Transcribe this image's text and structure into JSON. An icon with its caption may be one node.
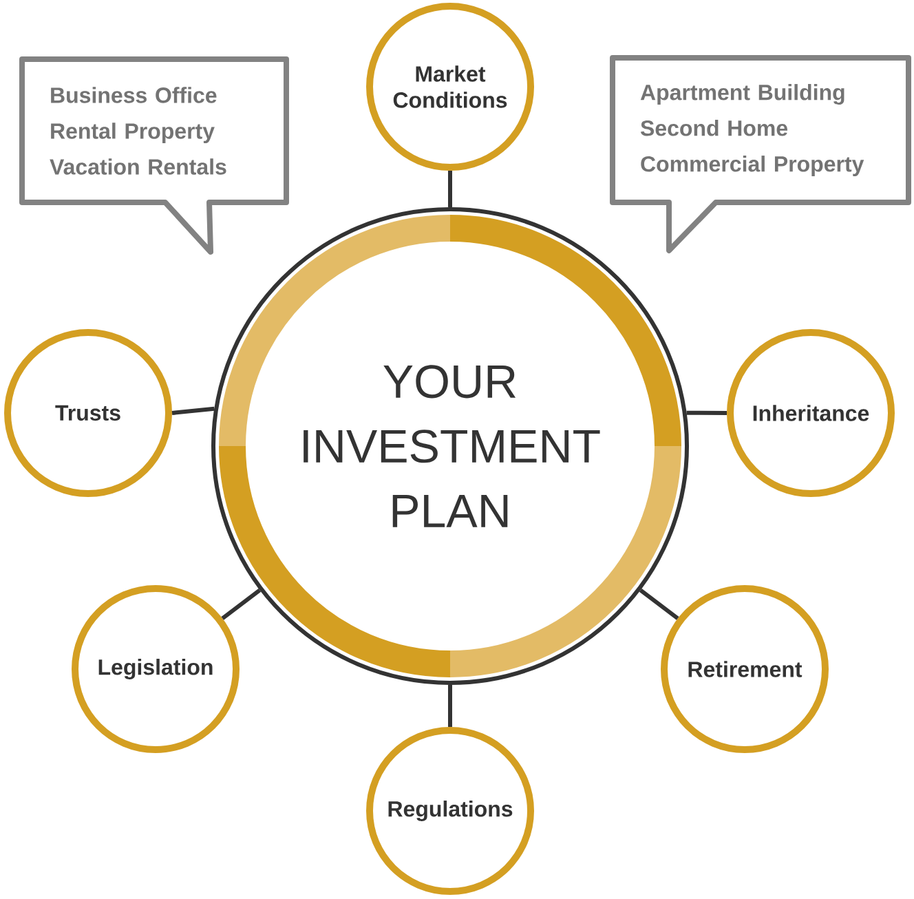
{
  "diagram": {
    "nodes": [
      {
        "text": [
          "Business Office",
          "Rental Property",
          "Vacation Rentals"
        ]
      },
      {
        "text": [
          "Market Conditions"
        ]
      },
      {
        "text": [
          "Apartment Building",
          "Second Home",
          "Commercial Property"
        ]
      },
      {
        "text": [
          "Trusts"
        ]
      },
      {
        "text": [
          "YOUR INVESTMENT PLAN"
        ]
      },
      {
        "text": [
          "Inheritance"
        ]
      },
      {
        "text": [
          "Legislation"
        ]
      },
      {
        "text": [
          "Retirement"
        ]
      },
      {
        "text": [
          "Regulations"
        ]
      }
    ],
    "edges": [
      {
        "from": 4,
        "to": 1,
        "arrow": "none"
      },
      {
        "from": 4,
        "to": 3,
        "arrow": "none"
      },
      {
        "from": 4,
        "to": 5,
        "arrow": "none"
      },
      {
        "from": 4,
        "to": 6,
        "arrow": "none"
      },
      {
        "from": 4,
        "to": 7,
        "arrow": "none"
      },
      {
        "from": 4,
        "to": 8,
        "arrow": "none"
      }
    ]
  }
}
